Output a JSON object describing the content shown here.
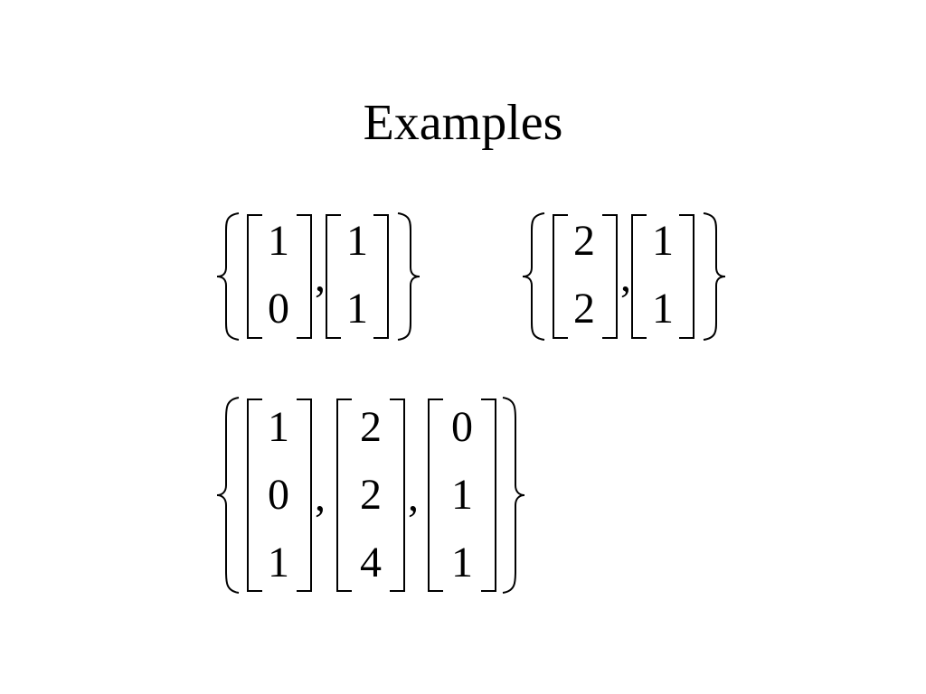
{
  "title": "Examples",
  "separator": ",",
  "sets": [
    {
      "vectors": [
        [
          "1",
          "0"
        ],
        [
          "1",
          "1"
        ]
      ]
    },
    {
      "vectors": [
        [
          "2",
          "2"
        ],
        [
          "1",
          "1"
        ]
      ]
    },
    {
      "vectors": [
        [
          "1",
          "0",
          "1"
        ],
        [
          "2",
          "2",
          "4"
        ],
        [
          "0",
          "1",
          "1"
        ]
      ]
    }
  ]
}
